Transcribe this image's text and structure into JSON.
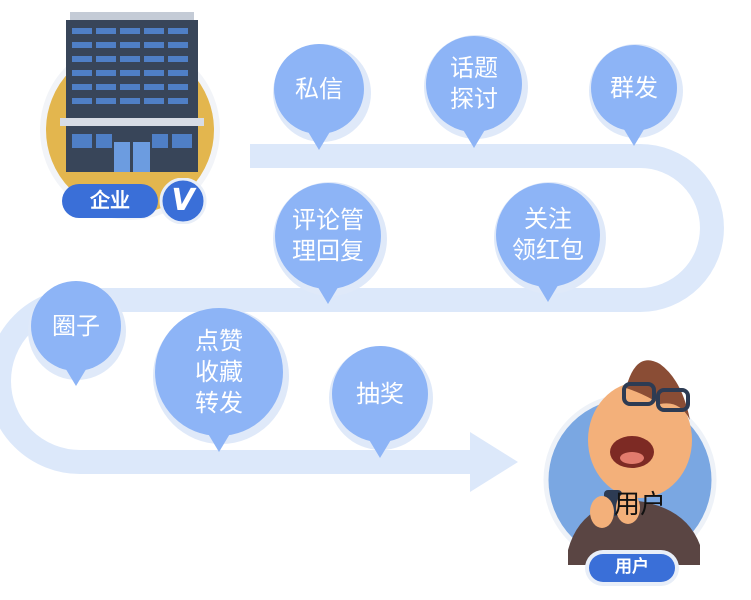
{
  "company": {
    "badge_label": "企业",
    "verified_mark": "V"
  },
  "user": {
    "overlay_label": "用户",
    "badge_label": "用户"
  },
  "features": {
    "private_message": "私信",
    "topic_discussion": "话题\n探讨",
    "group_send": "群发",
    "comment_management": "评论管\n理回复",
    "follow_red_packet": "关注\n领红包",
    "circle": "圈子",
    "like_collect_forward": "点赞\n收藏\n转发",
    "lottery": "抽奖"
  },
  "colors": {
    "bubble": "#8db4f6",
    "bubble_shadow": "#dfe9f9",
    "track": "#dce8fa",
    "badge": "#3a6fd8",
    "company_circle": "#e3b64e",
    "user_circle": "#7aa7e2"
  }
}
